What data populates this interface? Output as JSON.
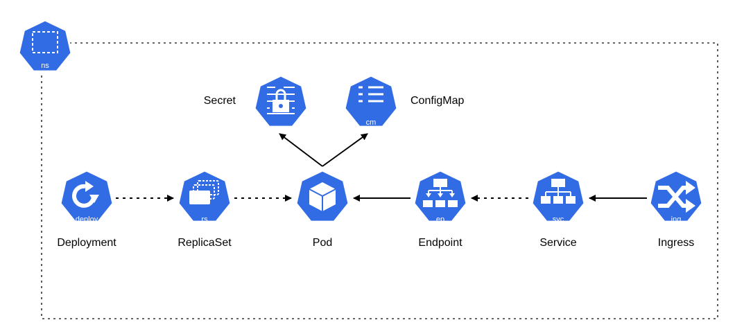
{
  "colors": {
    "k8s_blue": "#326CE5",
    "border": "#ffffff",
    "line": "#000000"
  },
  "namespace": {
    "short": "ns"
  },
  "nodes": {
    "deployment": {
      "short": "deploy",
      "label": "Deployment",
      "icon": "deployment-icon"
    },
    "replicaset": {
      "short": "rs",
      "label": "ReplicaSet",
      "icon": "replicaset-icon"
    },
    "pod": {
      "short": "",
      "label": "Pod",
      "icon": "pod-icon"
    },
    "endpoint": {
      "short": "ep",
      "label": "Endpoint",
      "icon": "endpoint-icon"
    },
    "service": {
      "short": "svc",
      "label": "Service",
      "icon": "service-icon"
    },
    "ingress": {
      "short": "ing",
      "label": "Ingress",
      "icon": "ingress-icon"
    },
    "secret": {
      "short": "",
      "label": "Secret",
      "icon": "secret-icon"
    },
    "configmap": {
      "short": "cm",
      "label": "ConfigMap",
      "icon": "configmap-icon"
    }
  },
  "edges": [
    {
      "from": "deployment",
      "to": "replicaset",
      "style": "dotted"
    },
    {
      "from": "replicaset",
      "to": "pod",
      "style": "dotted"
    },
    {
      "from": "endpoint",
      "to": "pod",
      "style": "solid"
    },
    {
      "from": "service",
      "to": "endpoint",
      "style": "dotted"
    },
    {
      "from": "ingress",
      "to": "service",
      "style": "solid"
    },
    {
      "from": "pod",
      "to": "secret",
      "style": "solid"
    },
    {
      "from": "pod",
      "to": "configmap",
      "style": "solid"
    }
  ]
}
